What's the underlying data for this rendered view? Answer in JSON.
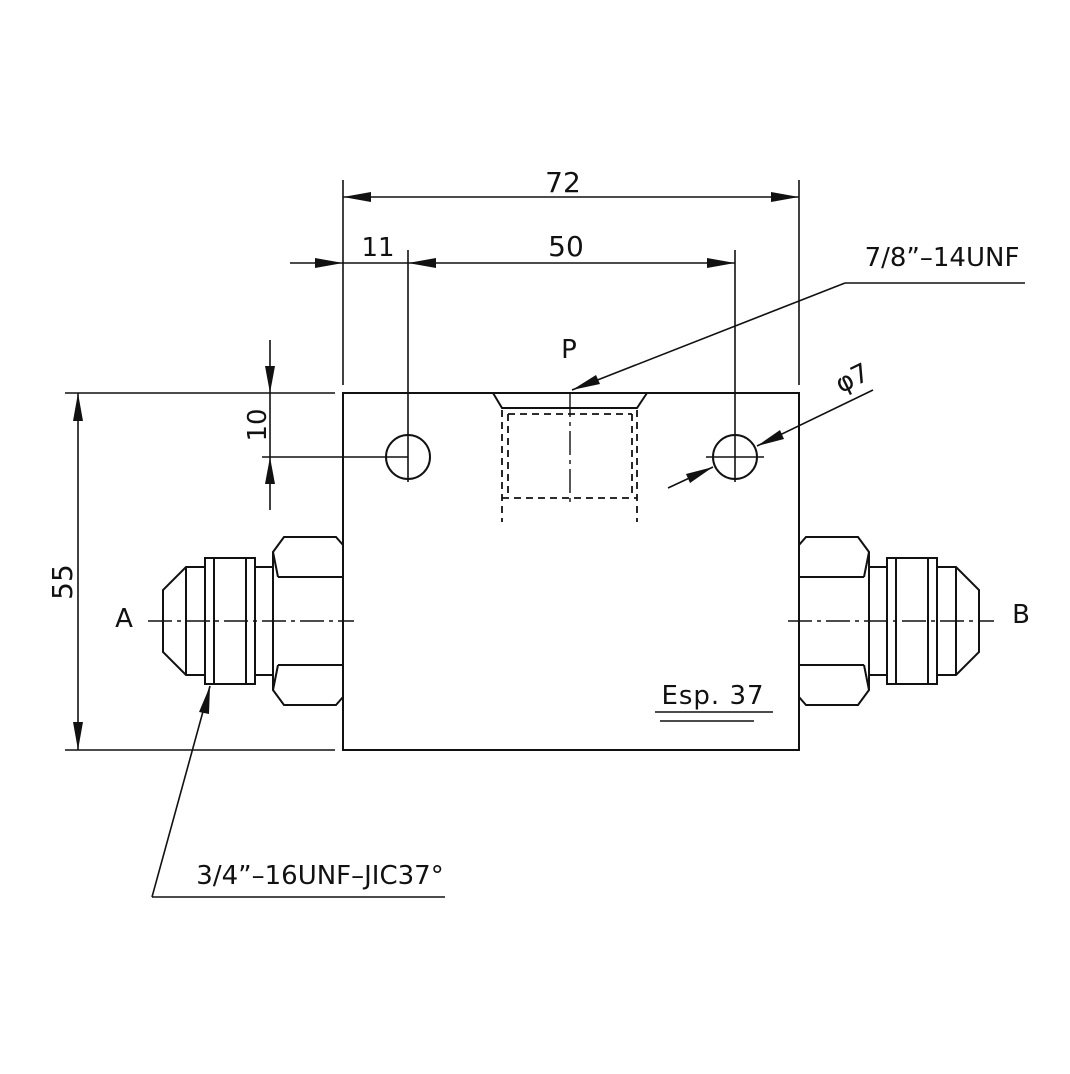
{
  "drawing": {
    "dim_width": "72",
    "dim_port_spacing": "50",
    "dim_port_offset": "11",
    "dim_hole_offset": "10",
    "dim_height": "55",
    "hole_diameter": "φ7",
    "port_p_label": "P",
    "port_a_label": "A",
    "port_b_label": "B",
    "port_p_thread": "7/8”–14UNF",
    "fitting_thread": "3/4”–16UNF–JIC37°",
    "material_note": "Esp. 37"
  },
  "colors": {
    "line": "#111111",
    "background": "#ffffff"
  }
}
